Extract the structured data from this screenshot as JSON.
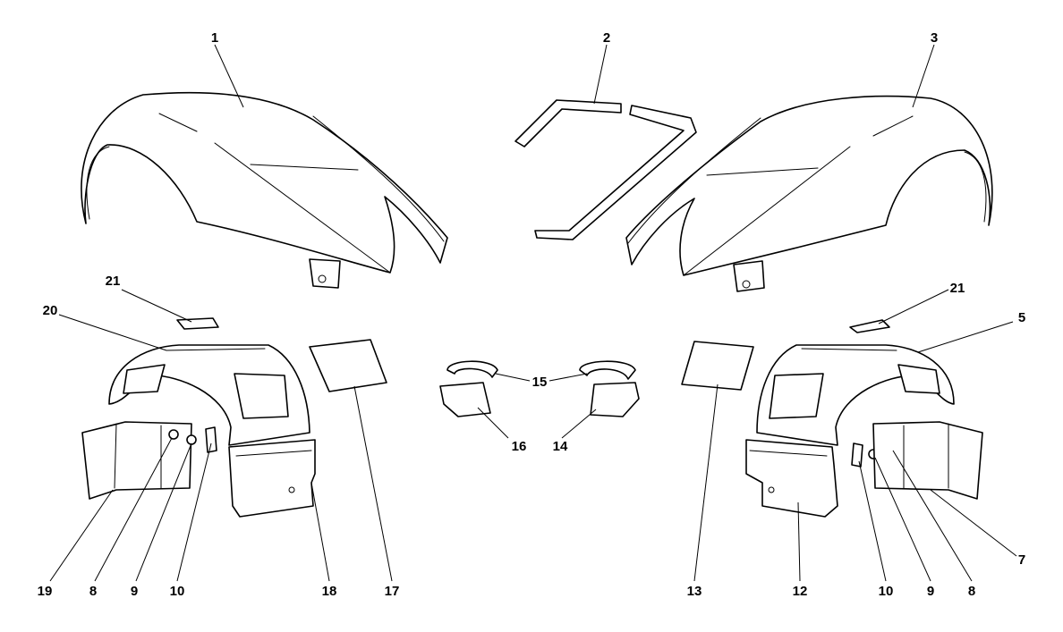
{
  "diagram": {
    "callouts": [
      {
        "id": "c1",
        "label": "1"
      },
      {
        "id": "c2",
        "label": "2"
      },
      {
        "id": "c3",
        "label": "3"
      },
      {
        "id": "c5",
        "label": "5"
      },
      {
        "id": "c7",
        "label": "7"
      },
      {
        "id": "c8r",
        "label": "8"
      },
      {
        "id": "c9r",
        "label": "9"
      },
      {
        "id": "c10r",
        "label": "10"
      },
      {
        "id": "c12",
        "label": "12"
      },
      {
        "id": "c13",
        "label": "13"
      },
      {
        "id": "c14",
        "label": "14"
      },
      {
        "id": "c15",
        "label": "15"
      },
      {
        "id": "c16",
        "label": "16"
      },
      {
        "id": "c17",
        "label": "17"
      },
      {
        "id": "c18",
        "label": "18"
      },
      {
        "id": "c19",
        "label": "19"
      },
      {
        "id": "c8l",
        "label": "8"
      },
      {
        "id": "c9l",
        "label": "9"
      },
      {
        "id": "c10l",
        "label": "10"
      },
      {
        "id": "c20",
        "label": "20"
      },
      {
        "id": "c21l",
        "label": "21"
      },
      {
        "id": "c21r",
        "label": "21"
      }
    ]
  }
}
